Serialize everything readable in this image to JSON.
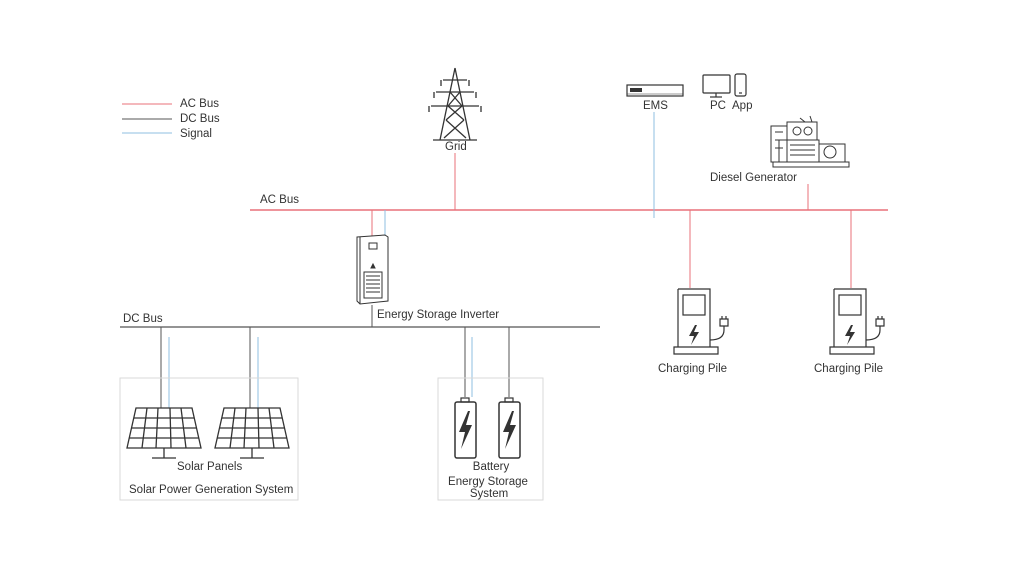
{
  "legend": {
    "ac_bus": "AC Bus",
    "dc_bus": "DC Bus",
    "signal": "Signal"
  },
  "labels": {
    "grid": "Grid",
    "ems": "EMS",
    "pc": "PC",
    "app": "App",
    "diesel_generator": "Diesel Generator",
    "ac_bus": "AC Bus",
    "dc_bus": "DC Bus",
    "energy_storage_inverter": "Energy Storage Inverter",
    "charging_pile_1": "Charging Pile",
    "charging_pile_2": "Charging Pile",
    "solar_panels": "Solar Panels",
    "solar_system": "Solar Power Generation System",
    "battery_line1": "Battery",
    "battery_line2": "Energy Storage",
    "battery_line3": "System"
  },
  "colors": {
    "ac_bus": "#e8707a",
    "dc_bus": "#555555",
    "signal": "#8fbfe0",
    "icon": "#333333",
    "box": "#d9d9d9"
  }
}
